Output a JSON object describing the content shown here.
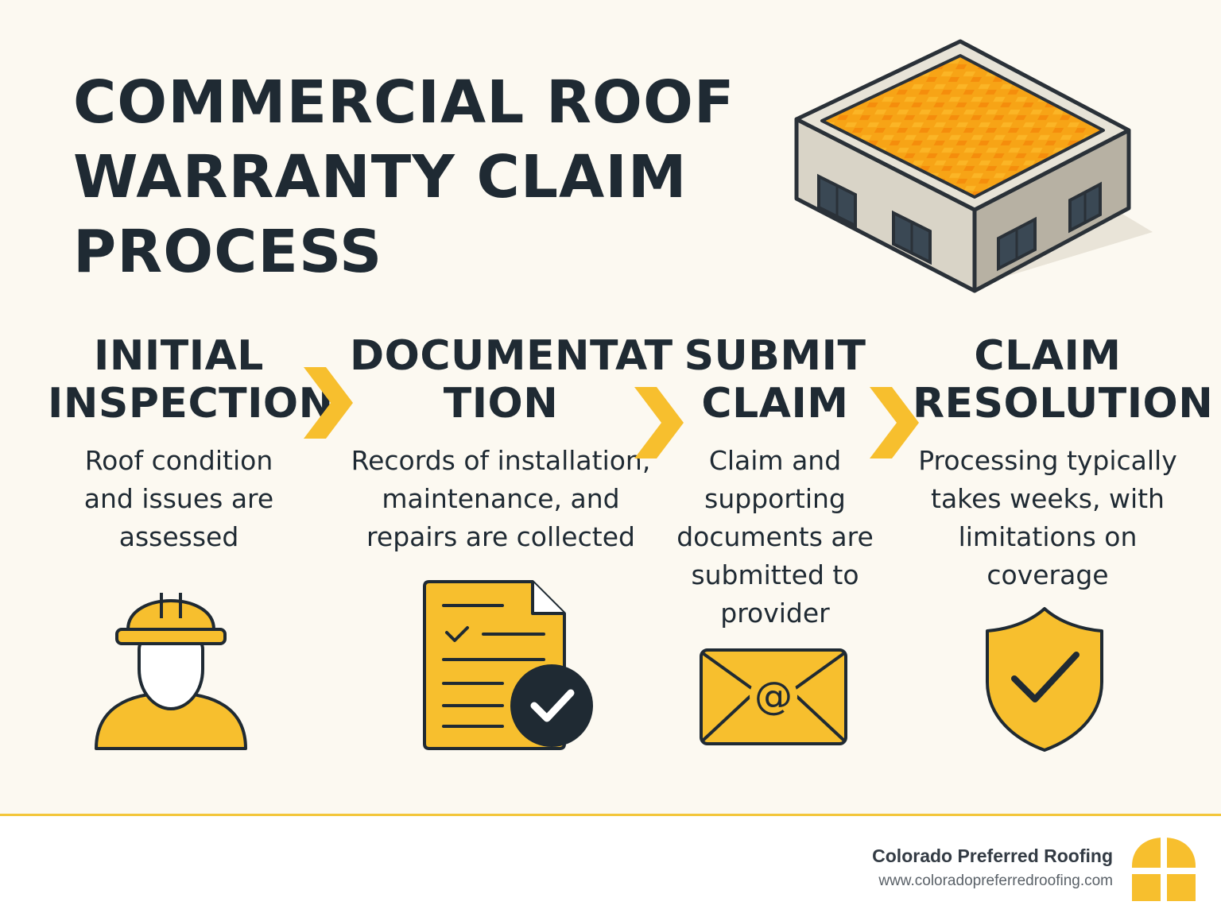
{
  "title": {
    "line1": "COMMERCIAL ROOF",
    "line2": "WARRANTY CLAIM",
    "line3": "PROCESS"
  },
  "steps": [
    {
      "title_lines": [
        "INITIAL",
        "INSPECTION"
      ],
      "desc_lines": [
        "Roof condition",
        "and issues are",
        "assessed"
      ],
      "icon": "inspector-hardhat-icon"
    },
    {
      "title_lines": [
        "DOCUMENTAT",
        "TION"
      ],
      "desc_lines": [
        "Records of installation,",
        "maintenance, and",
        "repairs are collected"
      ],
      "icon": "document-checklist-icon"
    },
    {
      "title_lines": [
        "SUBMIT",
        "CLAIM"
      ],
      "desc_lines": [
        "Claim and",
        "supporting",
        "documents are",
        "submitted to",
        "provider"
      ],
      "icon": "email-envelope-icon"
    },
    {
      "title_lines": [
        "CLAIM",
        "RESOLUTION"
      ],
      "desc_lines": [
        "Processing typically",
        "takes weeks, with",
        "limitations on",
        "coverage"
      ],
      "icon": "shield-check-icon"
    }
  ],
  "footer": {
    "company": "Colorado Preferred Roofing",
    "url": "www.coloradopreferredroofing.com"
  },
  "colors": {
    "accent": "#f7bf2e",
    "dark": "#1f2a33",
    "background": "#fcf9f1",
    "roof": "#f79a12"
  }
}
